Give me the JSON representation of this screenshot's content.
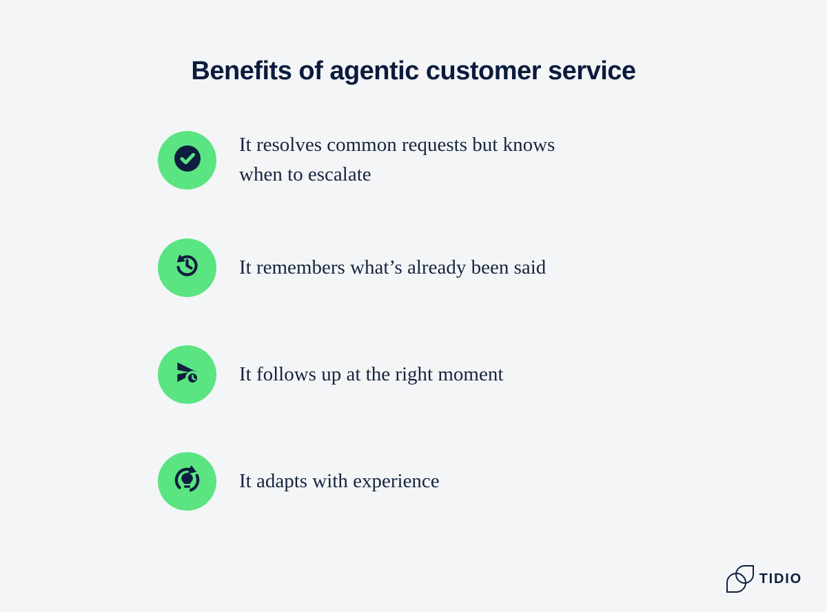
{
  "title": "Benefits of agentic customer service",
  "colors": {
    "background": "#F4F5F7",
    "accent_green": "#5BE482",
    "navy": "#0E1E3E",
    "title_text": "#0B1B3C",
    "body_text": "#16253E"
  },
  "benefits": [
    {
      "icon": "check-circle-icon",
      "text": "It resolves common requests but knows\nwhen to escalate"
    },
    {
      "icon": "history-icon",
      "text": "It remembers what’s already been said"
    },
    {
      "icon": "schedule-send-icon",
      "text": "It follows up at the right moment"
    },
    {
      "icon": "adapt-refresh-bulb-icon",
      "text": "It adapts with experience"
    }
  ],
  "brand": {
    "name": "TIDIO",
    "logo": "tidio-logo-icon"
  }
}
